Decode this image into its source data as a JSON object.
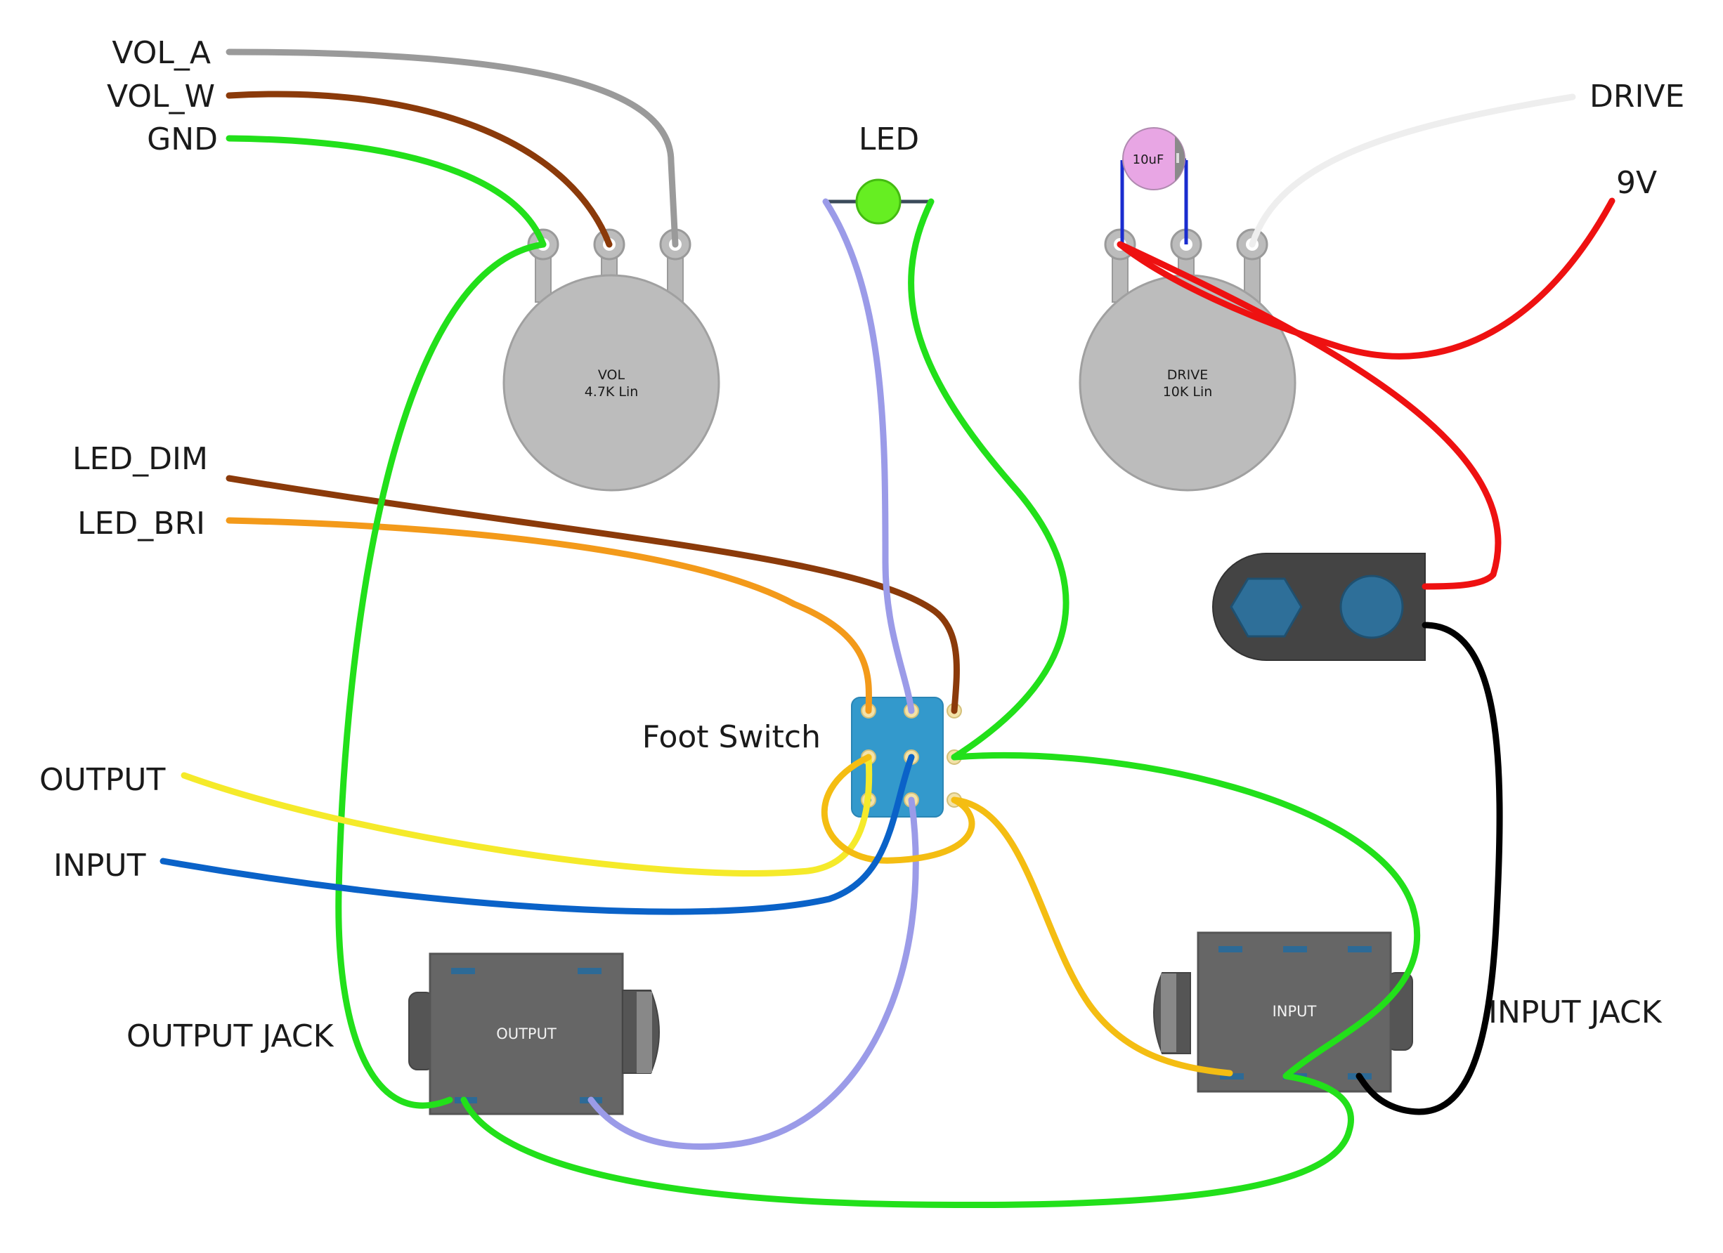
{
  "labels": {
    "vol_a": "VOL_A",
    "vol_w": "VOL_W",
    "gnd": "GND",
    "led": "LED",
    "drive": "DRIVE",
    "v9": "9V",
    "led_dim": "LED_DIM",
    "led_bri": "LED_BRI",
    "foot_switch": "Foot Switch",
    "output": "OUTPUT",
    "input": "INPUT",
    "output_jack": "OUTPUT JACK",
    "input_jack": "INPUT JACK"
  },
  "pots": {
    "vol": {
      "name": "VOL",
      "value": "4.7K Lin"
    },
    "drive": {
      "name": "DRIVE",
      "value": "10K Lin"
    }
  },
  "capacitor": {
    "value": "10uF"
  },
  "jacks": {
    "output": "OUTPUT",
    "input": "INPUT"
  },
  "colors": {
    "gray_wire": "#9a9a9a",
    "brown_wire": "#8b3a0a",
    "green_wire": "#22e01a",
    "white_wire": "#eeeeee",
    "red_wire": "#ee1111",
    "orange_wire": "#f39a1a",
    "yellow_wire": "#f5ea2a",
    "blue_wire": "#0a62c8",
    "lavender_wire": "#9b9be8",
    "amber_wire": "#f4bd12",
    "black_wire": "#000000",
    "switch_body": "#3399cc",
    "pot_body": "#bcbcbc",
    "jack_body": "#666666",
    "led_green": "#66ee22",
    "cap_body": "#e8a6e4"
  }
}
